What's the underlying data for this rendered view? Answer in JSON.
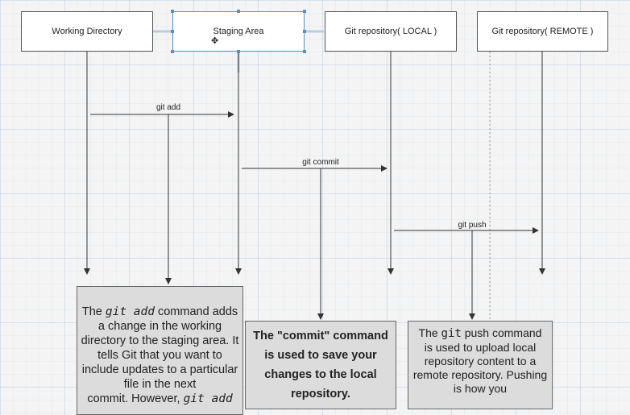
{
  "lifelines": [
    {
      "id": "working-directory",
      "label": "Working Directory"
    },
    {
      "id": "staging-area",
      "label": "Staging Area"
    },
    {
      "id": "git-repo-local",
      "label": "Git repository( LOCAL )"
    },
    {
      "id": "git-repo-remote",
      "label": "Git repository( REMOTE )"
    }
  ],
  "messages": [
    {
      "id": "git-add",
      "label": "git add"
    },
    {
      "id": "git-commit",
      "label": "git commit"
    },
    {
      "id": "git-push",
      "label": "git push"
    }
  ],
  "notes": {
    "add": {
      "line1_pre": "The ",
      "line1_code": "git add",
      "line1_post": " command adds",
      "rest": "a change in the working directory to the staging area. It tells Git that you want to include updates to a particular file in the next",
      "cut_pre": "commit. However, ",
      "cut_code": "git add"
    },
    "commit": {
      "text": "The \"commit\" command is used to save your changes to the local repository."
    },
    "push": {
      "line1_pre": "The ",
      "line1_code": "git",
      "line1_post": " push command",
      "rest": "is used to upload local repository content to a remote repository. Pushing is how you"
    }
  },
  "colors": {
    "line": "#333333",
    "selection": "#5b8fc7",
    "note_fill": "#dcdcdc",
    "box_fill": "#ffffff"
  }
}
